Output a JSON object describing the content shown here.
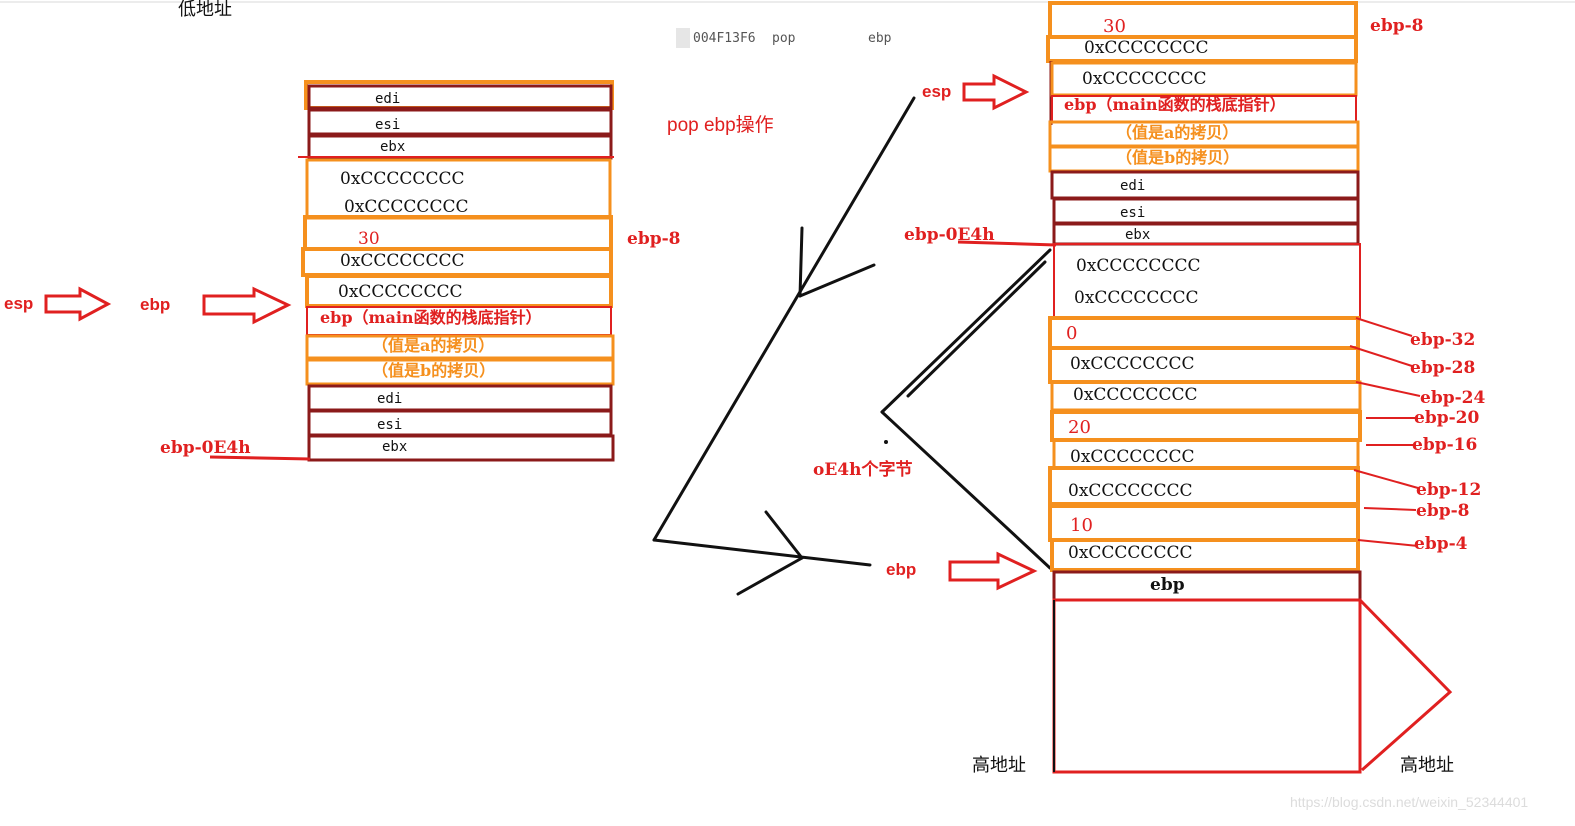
{
  "labels": {
    "low_addr": "低地址",
    "high_addr_right": "高地址",
    "high_addr_far": "高地址",
    "asm_addr": "004F13F6",
    "asm_op": "pop",
    "asm_arg": "ebp",
    "operation": "pop ebp操作",
    "bytes_note": "oE4h个字节",
    "watermark": "https://blog.csdn.net/weixin_52344401"
  },
  "left_stack": {
    "rows": [
      "edi",
      "esi",
      "ebx",
      "0xCCCCCCCC",
      "0xCCCCCCCC",
      "30",
      "0xCCCCCCCC",
      "0xCCCCCCCC",
      "ebp（main函数的栈底指针）",
      "（值是a的拷贝）",
      "（值是b的拷贝）",
      "edi",
      "esi",
      "ebx"
    ],
    "ebp_minus_8": "ebp-8",
    "esp": "esp",
    "ebp": "ebp",
    "ebp_minus_0e4h": "ebp-0E4h"
  },
  "right_stack": {
    "rows": [
      "30",
      "0xCCCCCCCC",
      "0xCCCCCCCC",
      "ebp（main函数的栈底指针）",
      "（值是a的拷贝）",
      "（值是b的拷贝）",
      "edi",
      "esi",
      "ebx",
      "0xCCCCCCCC",
      "0xCCCCCCCC",
      "0",
      "0xCCCCCCCC",
      "0xCCCCCCCC",
      "20",
      "0xCCCCCCCC",
      "0xCCCCCCCC",
      "10",
      "0xCCCCCCCC",
      "ebp"
    ],
    "ebp_minus_8": "ebp-8",
    "esp": "esp",
    "ebp_minus_0e4h": "ebp-0E4h",
    "ebp": "ebp",
    "offsets": [
      "ebp-32",
      "ebp-28",
      "ebp-24",
      "ebp-20",
      "ebp-16",
      "ebp-12",
      "ebp-8",
      "ebp-4"
    ]
  },
  "colors": {
    "orange": "#f5901e",
    "dark_red": "#8b1a1a",
    "red": "#e02020",
    "black": "#111111"
  }
}
